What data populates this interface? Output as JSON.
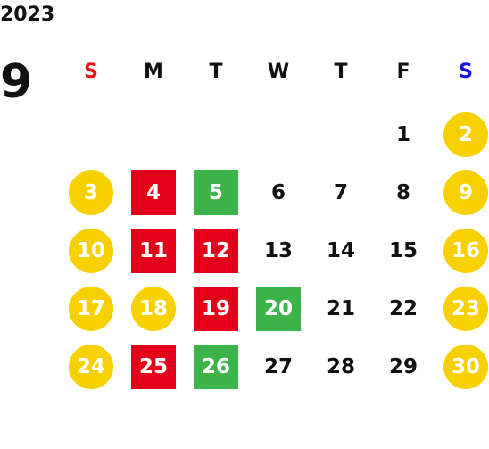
{
  "year": "2023",
  "month": "9",
  "weekdays": [
    {
      "label": "S",
      "color": "#ee1111"
    },
    {
      "label": "M",
      "color": "#111111"
    },
    {
      "label": "T",
      "color": "#111111"
    },
    {
      "label": "W",
      "color": "#111111"
    },
    {
      "label": "T",
      "color": "#111111"
    },
    {
      "label": "F",
      "color": "#111111"
    },
    {
      "label": "S",
      "color": "#1111dd"
    }
  ],
  "colors": {
    "holiday_circle": "#f7d000",
    "red_square": "#e3001b",
    "green_square": "#3cb44a"
  },
  "weeks": [
    [
      {
        "day": "",
        "style": "none"
      },
      {
        "day": "",
        "style": "none"
      },
      {
        "day": "",
        "style": "none"
      },
      {
        "day": "",
        "style": "none"
      },
      {
        "day": "",
        "style": "none"
      },
      {
        "day": "1",
        "style": "plain"
      },
      {
        "day": "2",
        "style": "yellow-circle"
      }
    ],
    [
      {
        "day": "3",
        "style": "yellow-circle"
      },
      {
        "day": "4",
        "style": "red-square"
      },
      {
        "day": "5",
        "style": "green-square"
      },
      {
        "day": "6",
        "style": "plain"
      },
      {
        "day": "7",
        "style": "plain"
      },
      {
        "day": "8",
        "style": "plain"
      },
      {
        "day": "9",
        "style": "yellow-circle"
      }
    ],
    [
      {
        "day": "10",
        "style": "yellow-circle"
      },
      {
        "day": "11",
        "style": "red-square"
      },
      {
        "day": "12",
        "style": "red-square"
      },
      {
        "day": "13",
        "style": "plain"
      },
      {
        "day": "14",
        "style": "plain"
      },
      {
        "day": "15",
        "style": "plain"
      },
      {
        "day": "16",
        "style": "yellow-circle"
      }
    ],
    [
      {
        "day": "17",
        "style": "yellow-circle"
      },
      {
        "day": "18",
        "style": "yellow-circle"
      },
      {
        "day": "19",
        "style": "red-square"
      },
      {
        "day": "20",
        "style": "green-square"
      },
      {
        "day": "21",
        "style": "plain"
      },
      {
        "day": "22",
        "style": "plain"
      },
      {
        "day": "23",
        "style": "yellow-circle"
      }
    ],
    [
      {
        "day": "24",
        "style": "yellow-circle"
      },
      {
        "day": "25",
        "style": "red-square"
      },
      {
        "day": "26",
        "style": "green-square"
      },
      {
        "day": "27",
        "style": "plain"
      },
      {
        "day": "28",
        "style": "plain"
      },
      {
        "day": "29",
        "style": "plain"
      },
      {
        "day": "30",
        "style": "yellow-circle"
      }
    ]
  ]
}
